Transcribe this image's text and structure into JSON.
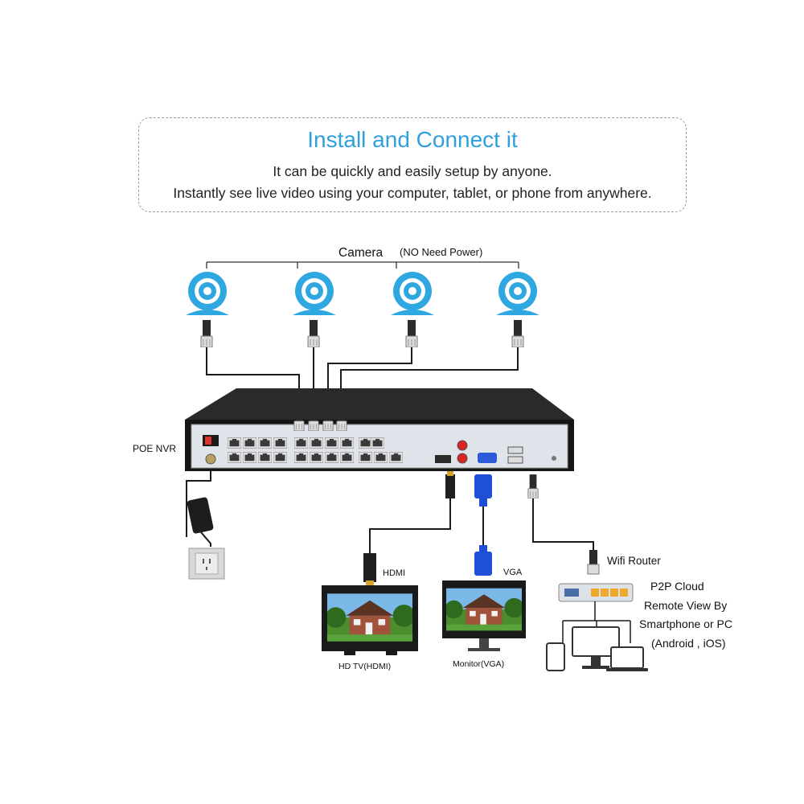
{
  "header": {
    "title": "Install and Connect it",
    "subtitle_line1": "It can be quickly and easily setup by anyone.",
    "subtitle_line2": "Instantly see live video using your computer, tablet, or phone from anywhere."
  },
  "labels": {
    "camera": "Camera",
    "camera_note": "(NO Need Power)",
    "poe_nvr": "POE NVR",
    "hdmi": "HDMI",
    "vga": "VGA",
    "hd_tv": "HD TV(HDMI)",
    "monitor": "Monitor(VGA)",
    "wifi_router": "Wifi Router",
    "p2p_line1": "P2P Cloud",
    "p2p_line2": "Remote View By",
    "p2p_line3": "Smartphone or PC",
    "p2p_line4": "(Android , iOS)"
  },
  "colors": {
    "accent_blue": "#2fa0dc",
    "camera_blue": "#2fa7e0",
    "nvr_body": "#1e1e1e",
    "vga_blue": "#1f4fd6",
    "port_orange": "#f0a82c"
  }
}
